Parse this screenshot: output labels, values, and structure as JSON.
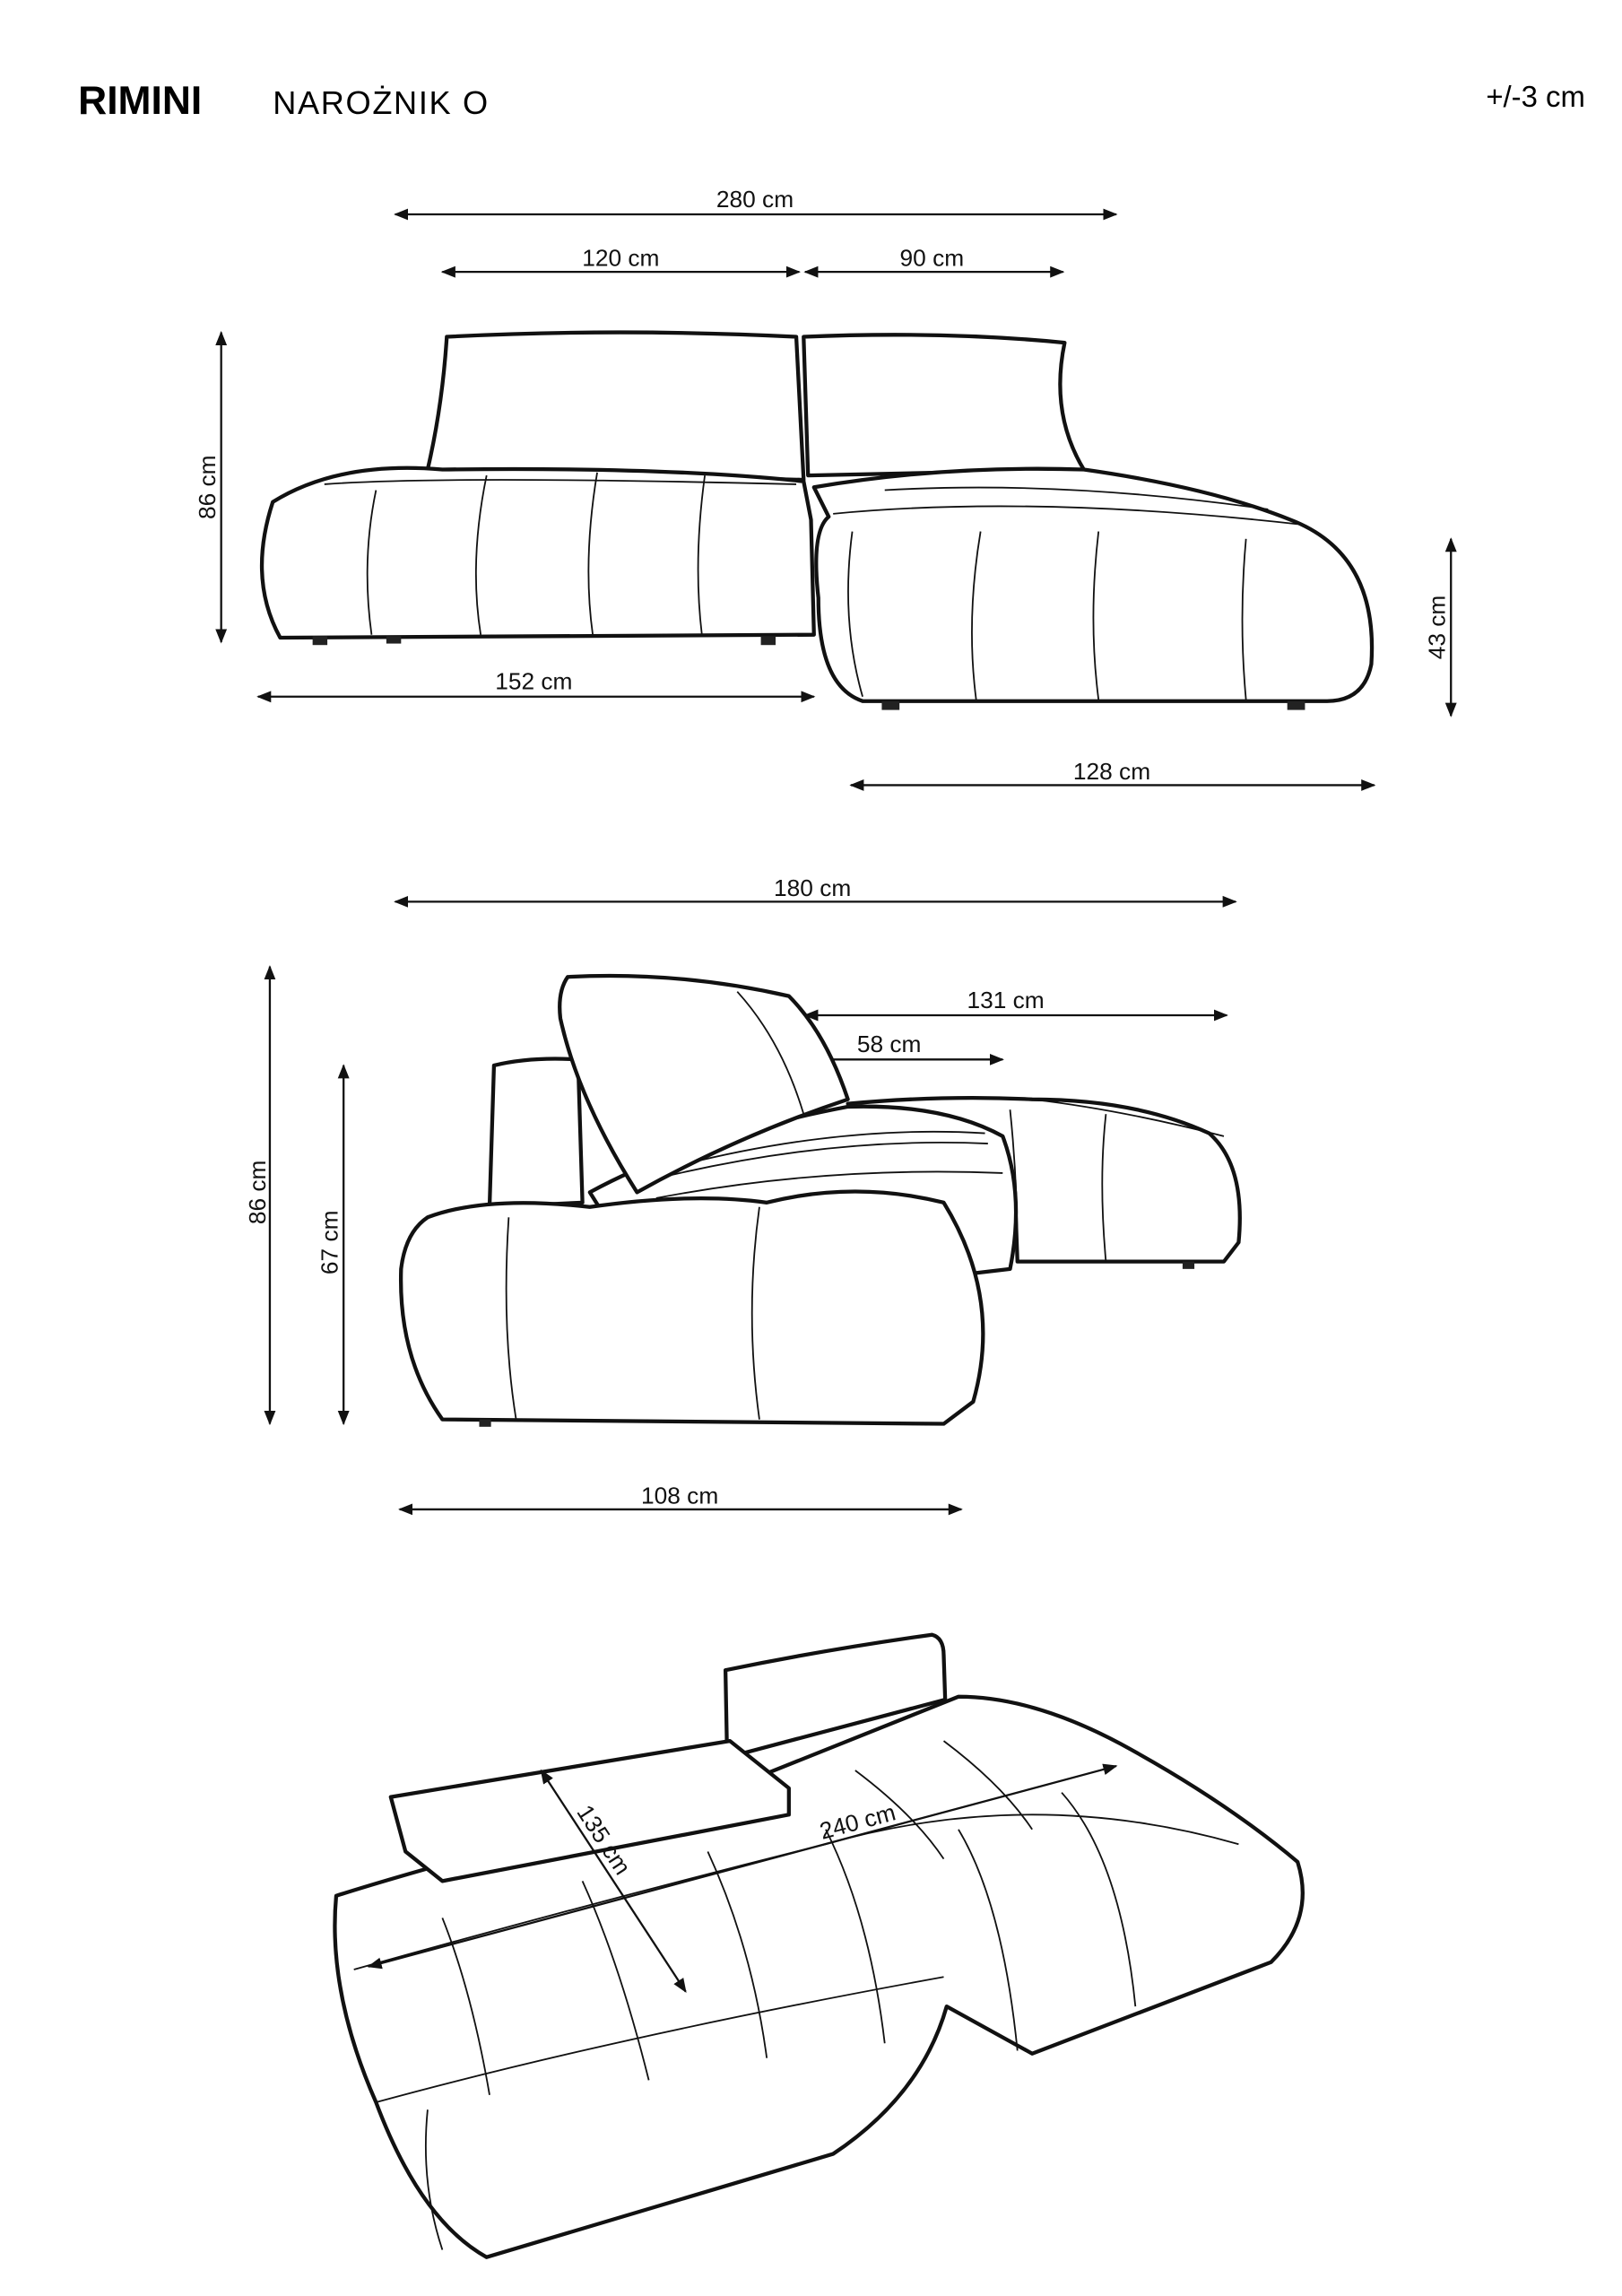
{
  "header": {
    "model": "RIMINI",
    "type": "NAROŻNIK  O",
    "tolerance": "+/-3 cm"
  },
  "front_view": {
    "total_width": "280 cm",
    "left_back_width": "120 cm",
    "right_back_width": "90 cm",
    "height": "86 cm",
    "seat_width": "152 cm",
    "seat_height": "43 cm",
    "chaise_width": "128 cm"
  },
  "side_view": {
    "depth": "180 cm",
    "chaise_depth": "131 cm",
    "seat_depth": "58 cm",
    "height": "86 cm",
    "armrest_height": "67 cm",
    "module_depth": "108 cm"
  },
  "bed_view": {
    "bed_length": "240 cm",
    "bed_width": "135 cm"
  }
}
